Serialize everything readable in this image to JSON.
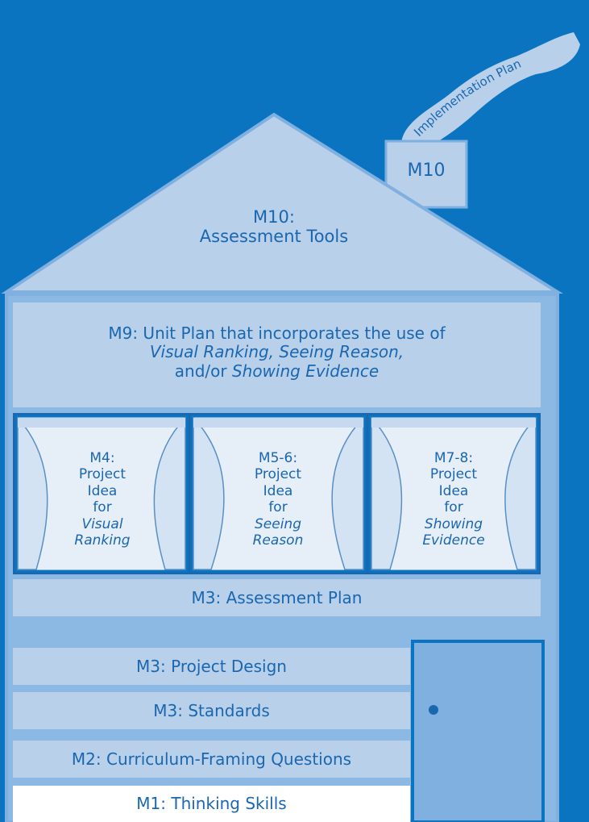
{
  "smoke": {
    "label": "Implementation Plan"
  },
  "chimney": {
    "label": "M10"
  },
  "roof": {
    "line1": "M10:",
    "line2": "Assessment Tools"
  },
  "unit_plan": {
    "line1": "M9: Unit Plan that incorporates the use of",
    "line2": "Visual Ranking, Seeing Reason,",
    "line3_plain": "and/or ",
    "line3_italic": "Showing Evidence"
  },
  "windows": [
    {
      "id": "M4:",
      "l1": "Project",
      "l2": "Idea",
      "l3": "for",
      "l4": "Visual",
      "l5": "Ranking"
    },
    {
      "id": "M5-6:",
      "l1": "Project",
      "l2": "Idea",
      "l3": "for",
      "l4": "Seeing",
      "l5": "Reason"
    },
    {
      "id": "M7-8:",
      "l1": "Project",
      "l2": "Idea",
      "l3": "for",
      "l4": "Showing",
      "l5": "Evidence"
    }
  ],
  "floors": [
    {
      "label": "M3: Assessment Plan"
    },
    {
      "label": "M3: Project Design"
    },
    {
      "label": "M3: Standards"
    },
    {
      "label": "M2: Curriculum-Framing Questions"
    },
    {
      "label": "M1: Thinking Skills"
    }
  ],
  "colors": {
    "sky": "#0a74c1",
    "panel": "#b8d0ea",
    "door": "#7fb0e0",
    "text": "#1a67b0",
    "foundation": "#ffffff"
  }
}
